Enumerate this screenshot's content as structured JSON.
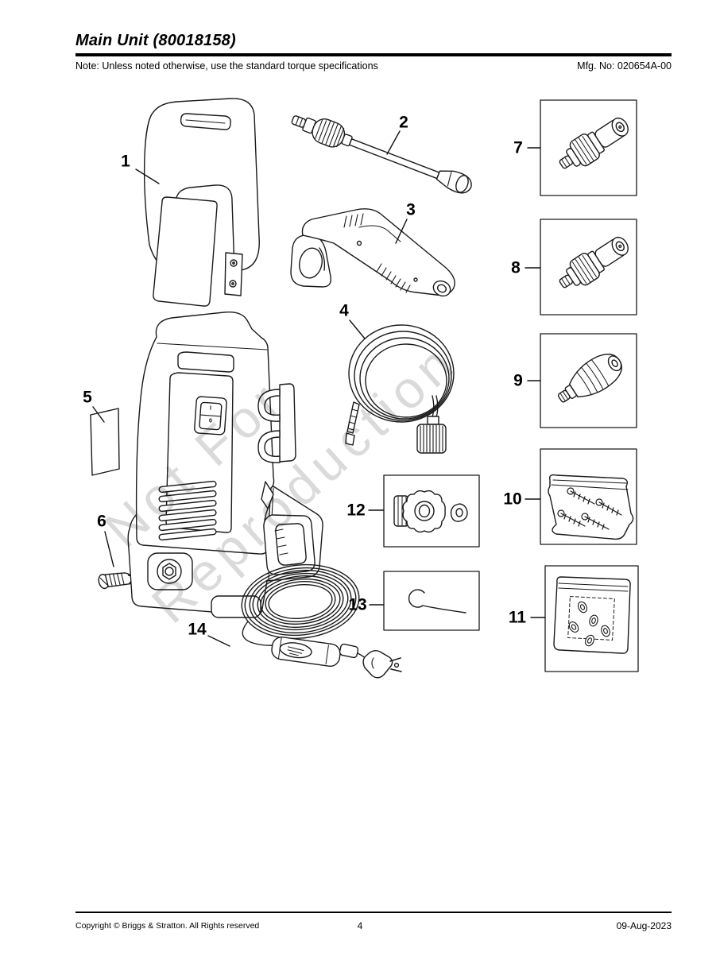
{
  "header": {
    "title": "Main Unit (80018158)",
    "note": "Note: Unless noted otherwise, use the standard torque specifications",
    "mfg_no": "Mfg. No: 020654A-00"
  },
  "watermark": {
    "line1": "Not For",
    "line2": "Reproduction"
  },
  "diagram": {
    "description": "Exploded parts diagram of a pressure washer main unit",
    "switch": {
      "on": "I",
      "off": "0"
    },
    "callouts": [
      {
        "label": "1",
        "part": "handle-assembly"
      },
      {
        "label": "2",
        "part": "spray-lance"
      },
      {
        "label": "3",
        "part": "spray-gun"
      },
      {
        "label": "4",
        "part": "high-pressure-hose"
      },
      {
        "label": "5",
        "part": "label"
      },
      {
        "label": "6",
        "part": "screw"
      },
      {
        "label": "7",
        "part": "quick-connect-nozzle"
      },
      {
        "label": "8",
        "part": "quick-connect-nozzle"
      },
      {
        "label": "9",
        "part": "turbo-nozzle"
      },
      {
        "label": "10",
        "part": "screw-kit-bag"
      },
      {
        "label": "11",
        "part": "seal-kit-bag"
      },
      {
        "label": "12",
        "part": "hose-coupling-and-filter"
      },
      {
        "label": "13",
        "part": "nozzle-cleaning-tool"
      },
      {
        "label": "14",
        "part": "power-cord-gfci"
      }
    ]
  },
  "footer": {
    "copyright": "Copyright ©  Briggs & Stratton. All Rights reserved",
    "page_number": "4",
    "date": "09-Aug-2023"
  },
  "colors": {
    "line": "#1a1a1a",
    "watermark": "#c4c4c4",
    "page": "#ffffff"
  }
}
